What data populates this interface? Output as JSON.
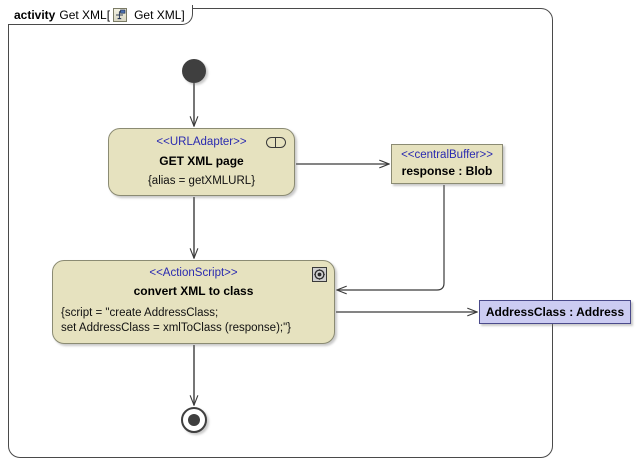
{
  "frame": {
    "keyword": "activity",
    "name": "Get XML",
    "bracket_open": "[",
    "bracket_close": "]",
    "inner_name": "Get XML",
    "icon": "activity-icon"
  },
  "nodes": {
    "initial": {
      "name": "initial-node",
      "label": ""
    },
    "url_adapter": {
      "stereotype": "<<URLAdapter>>",
      "title": "GET XML page",
      "body": "{alias = getXMLURL}",
      "icon": "pin-icon",
      "fill": "#e6e2bf",
      "border": "#8b8b73"
    },
    "central_buffer": {
      "stereotype": "<<centralBuffer>>",
      "title": "response : Blob",
      "fill": "#e6e2bf",
      "border": "#8b8b73"
    },
    "action_script": {
      "stereotype": "<<ActionScript>>",
      "title": "convert XML to class",
      "body_line_1": "{script = \"create AddressClass;",
      "body_line_2": "set AddressClass = xmlToClass (response);\"}",
      "icon": "gear-icon",
      "fill": "#e6e2bf",
      "border": "#8b8b73"
    },
    "address_class": {
      "title": "AddressClass : Address",
      "fill": "#ccccf2",
      "border": "#4a4a8b"
    },
    "final": {
      "name": "activity-final-node",
      "label": ""
    }
  },
  "edges": [
    {
      "name": "initial-to-get-xml",
      "from": "initial",
      "to": "url_adapter"
    },
    {
      "name": "get-xml-to-response-buffer",
      "from": "url_adapter",
      "to": "central_buffer"
    },
    {
      "name": "response-buffer-to-convert",
      "from": "central_buffer",
      "to": "action_script"
    },
    {
      "name": "get-xml-to-convert",
      "from": "url_adapter",
      "to": "action_script"
    },
    {
      "name": "convert-to-address-class",
      "from": "action_script",
      "to": "address_class"
    },
    {
      "name": "convert-to-final",
      "from": "action_script",
      "to": "final"
    }
  ],
  "colors": {
    "node_fill": "#e6e2bf",
    "node_border": "#8b8b73",
    "object_fill": "#ccccf2",
    "object_border": "#4a4a8b",
    "stereotype_text": "#2a2ab0",
    "edge": "#3a3a3a",
    "frame_border": "#4a4a4a",
    "background": "#ffffff"
  }
}
